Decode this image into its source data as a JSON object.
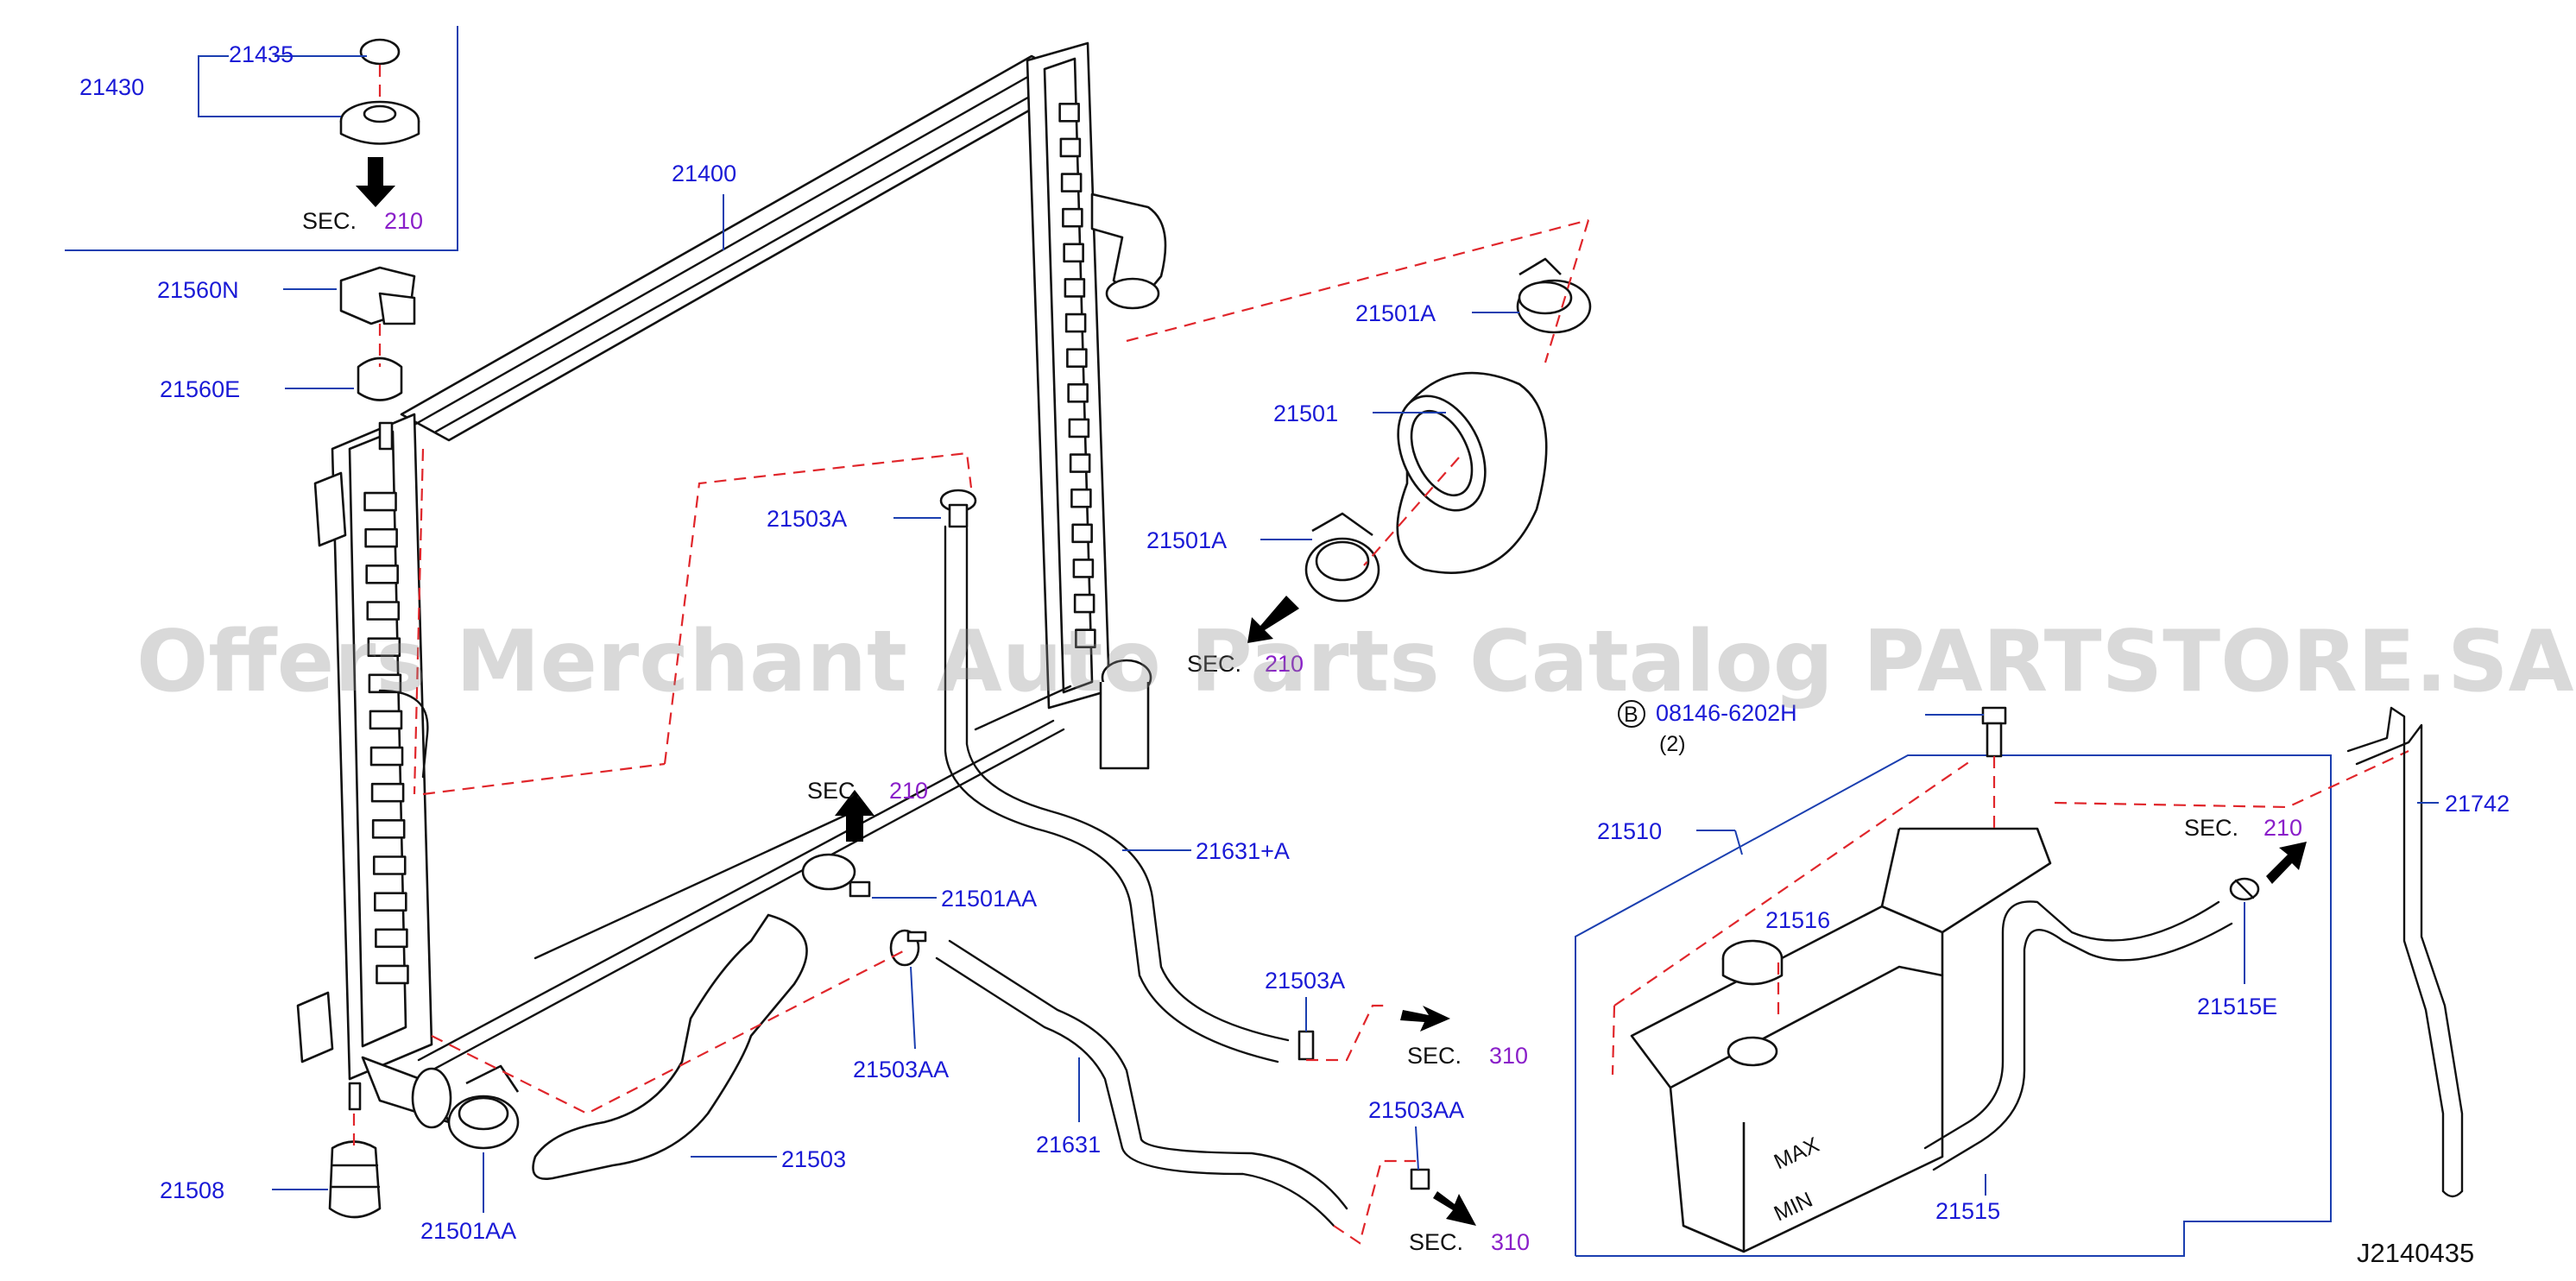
{
  "diagram_code": "J2140435",
  "watermark": "Offers Merchant Auto Parts Catalog PARTSTORE.SA",
  "parts": {
    "p21430": "21430",
    "p21435": "21435",
    "p21400": "21400",
    "p21560N": "21560N",
    "p21560E": "21560E",
    "p21503A_top": "21503A",
    "p21501A_top": "21501A",
    "p21501": "21501",
    "p21501A_mid": "21501A",
    "p21631A": "21631+A",
    "p21501AA_mid": "21501AA",
    "p21503AA_mid": "21503AA",
    "p21503A_low": "21503A",
    "p21631": "21631",
    "p21503AA_low": "21503AA",
    "p21503": "21503",
    "p21508": "21508",
    "p21501AA_low": "21501AA",
    "p21510": "21510",
    "p21516": "21516",
    "p21515E": "21515E",
    "p21515": "21515",
    "p21742": "21742",
    "bolt_code": "08146-6202H",
    "bolt_qty": "(2)",
    "bolt_marker": "B"
  },
  "sections": {
    "sec_word": "SEC.",
    "sec_cap": "210",
    "sec_mid": "210",
    "sec_lowhose": "210",
    "sec_310a": "310",
    "sec_310b": "310",
    "sec_tank": "210"
  },
  "reservoir_marks": {
    "max": "MAX",
    "min": "MIN"
  },
  "colors": {
    "label": "#1a1ad6",
    "section_number": "#8a1fc9",
    "dashed_line": "#e0262b",
    "leader_line": "#1b3fb0",
    "watermark": "#8c8c8c"
  }
}
